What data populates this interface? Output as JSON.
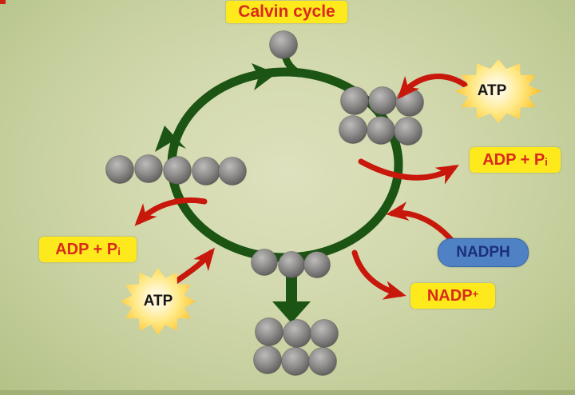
{
  "title": {
    "text": "Calvin cycle"
  },
  "labels": {
    "atp_right": {
      "text": "ATP"
    },
    "adp_pi_right": {
      "main": "ADP + P",
      "sub": "i"
    },
    "nadph": {
      "text": "NADPH"
    },
    "nadp_plus": {
      "main": "NADP",
      "sup": "+"
    },
    "adp_pi_left": {
      "main": "ADP + P",
      "sub": "i"
    },
    "atp_left": {
      "text": "ATP"
    }
  },
  "molecules": {
    "top_single_sphere": {
      "sphere_count": 1
    },
    "upper_right_cluster": {
      "sphere_count": 6,
      "rows": 2,
      "cols": 3
    },
    "left_chain": {
      "sphere_count": 5,
      "rows": 1,
      "cols": 5
    },
    "bottom_chain": {
      "sphere_count": 3,
      "rows": 1,
      "cols": 3
    },
    "bottom_product_cluster": {
      "sphere_count": 6,
      "rows": 2,
      "cols": 3
    }
  },
  "cycle": {
    "direction": "clockwise",
    "arrowheads": 2
  },
  "colors": {
    "background": "#cdd5a6",
    "cycle_green": "#1b5413",
    "arrow_red": "#c8170b",
    "label_yellow": "#fde91c",
    "label_text_red": "#d92a1b",
    "nadph_pill_blue": "#4f82c5",
    "nadph_text_blue": "#1c2f78",
    "atp_text_black": "#161616",
    "sphere_gray": "#8f8d8c"
  }
}
